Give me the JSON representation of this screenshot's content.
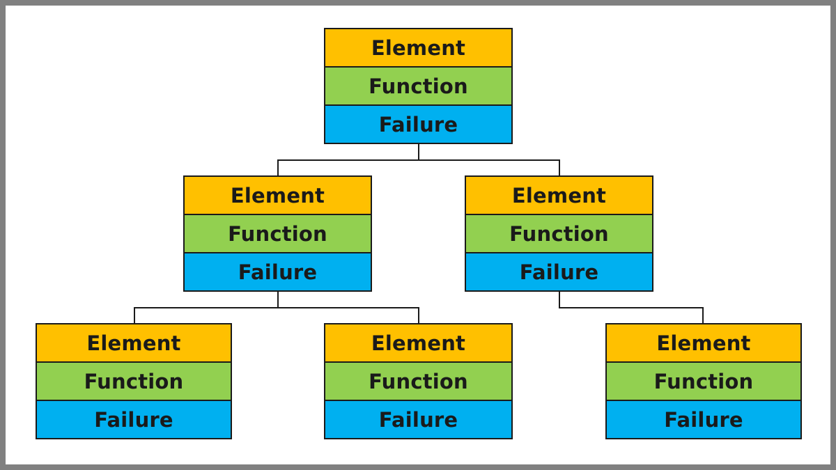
{
  "colors": {
    "element": "#ffc000",
    "function": "#92d050",
    "failure": "#00b0f0",
    "frame": "#808080",
    "stroke": "#1a1a1a"
  },
  "nodes": [
    {
      "element": "Element",
      "function": "Function",
      "failure": "Failure"
    },
    {
      "element": "Element",
      "function": "Function",
      "failure": "Failure"
    },
    {
      "element": "Element",
      "function": "Function",
      "failure": "Failure"
    },
    {
      "element": "Element",
      "function": "Function",
      "failure": "Failure"
    },
    {
      "element": "Element",
      "function": "Function",
      "failure": "Failure"
    },
    {
      "element": "Element",
      "function": "Function",
      "failure": "Failure"
    }
  ],
  "edges": [
    [
      0,
      1
    ],
    [
      0,
      2
    ],
    [
      1,
      3
    ],
    [
      1,
      4
    ],
    [
      2,
      5
    ]
  ]
}
